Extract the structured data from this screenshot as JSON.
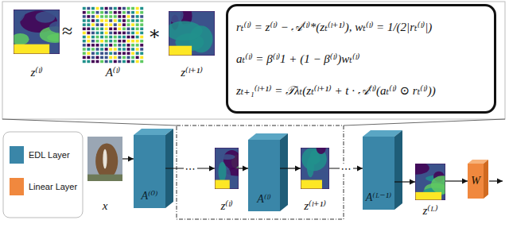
{
  "diagram": {
    "nodes": [
      {
        "text": [
          "z⁽ˡ⁾"
        ]
      },
      {
        "text": [
          "A⁽ˡ⁾"
        ]
      },
      {
        "text": [
          "z⁽ˡ⁺¹⁾"
        ]
      },
      {
        "text": [
          "rₜ⁽ˡ⁾ = z⁽ˡ⁾ − 𝒜⁽ˡ⁾*(zₜ⁽ˡ⁺¹⁾), wₜ⁽ˡ⁾ = 1/(2|rₜ⁽ˡ⁾|)",
          "aₜ⁽ˡ⁾ = β⁽ˡ⁾1 + (1 − β⁽ˡ⁾)wₜ⁽ˡ⁾",
          "zₜ₊₁⁽ˡ⁺¹⁾ = 𝒯λₜ(zₜ⁽ˡ⁺¹⁾ + t · 𝒜⁽ˡ⁾(aₜ⁽ˡ⁾ ⊙ rₜ⁽ˡ⁾))"
        ]
      },
      {
        "text": [
          "x"
        ]
      },
      {
        "text": [
          "A⁽⁰⁾"
        ]
      },
      {
        "text": [
          "z⁽ˡ⁾"
        ]
      },
      {
        "text": [
          "A⁽ˡ⁾"
        ]
      },
      {
        "text": [
          "z⁽ˡ⁺¹⁾"
        ]
      },
      {
        "text": [
          "A⁽ᴸ⁻¹⁾"
        ]
      },
      {
        "text": [
          "z⁽ᴸ⁾"
        ]
      },
      {
        "text": [
          "W"
        ]
      }
    ],
    "edges": [
      {
        "from": 4,
        "to": 5,
        "arrow": "to"
      },
      {
        "from": 5,
        "to": 6,
        "label": "⋯",
        "arrow": "to"
      },
      {
        "from": 6,
        "to": 7,
        "arrow": "to"
      },
      {
        "from": 7,
        "to": 8,
        "arrow": "to"
      },
      {
        "from": 8,
        "to": 9,
        "label": "⋯",
        "arrow": "to"
      },
      {
        "from": 9,
        "to": 10,
        "arrow": "to"
      },
      {
        "from": 10,
        "to": 11,
        "arrow": "to"
      }
    ],
    "labels": [
      "≈",
      "∗"
    ],
    "legend": [
      {
        "text": "EDL Layer",
        "color": "#3a86a8"
      },
      {
        "text": "Linear Layer",
        "color": "#f0883e"
      }
    ]
  }
}
